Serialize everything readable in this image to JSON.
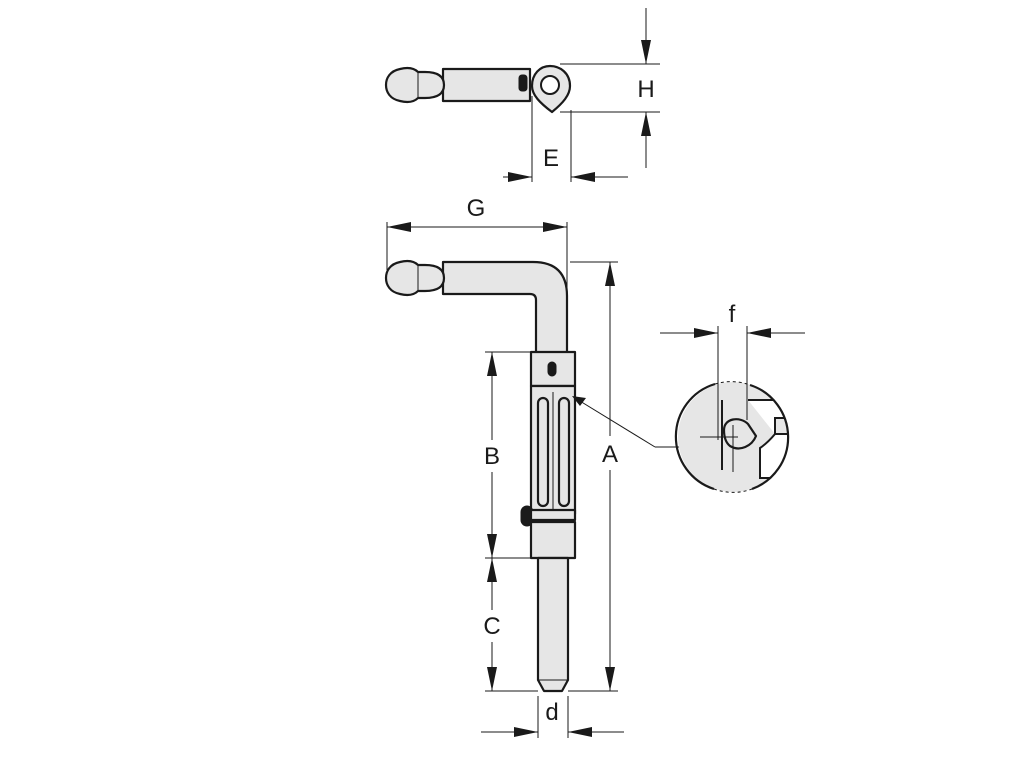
{
  "drawing": {
    "labels": {
      "H": "H",
      "E": "E",
      "G": "G",
      "A": "A",
      "B": "B",
      "C": "C",
      "d": "d",
      "f": "f"
    }
  }
}
